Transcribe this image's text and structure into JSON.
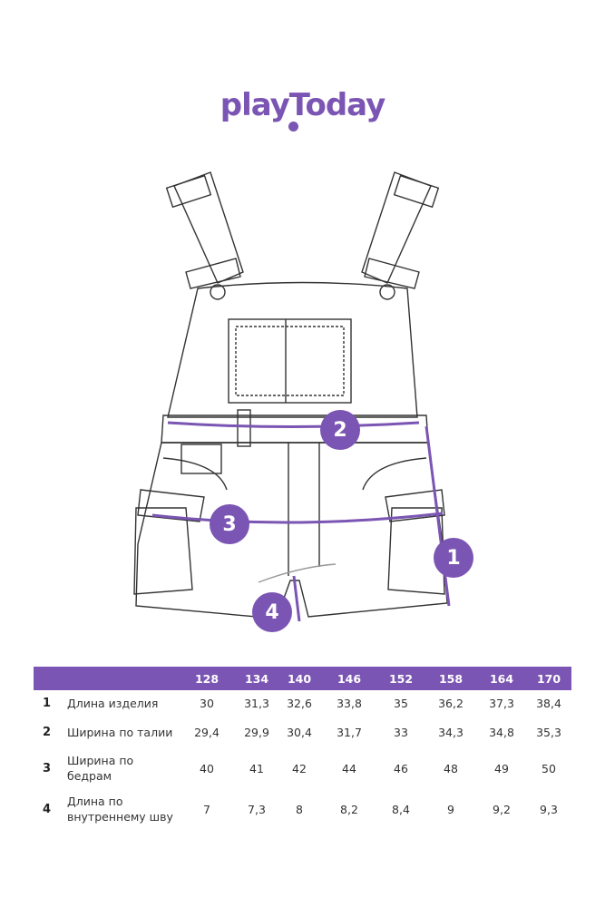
{
  "brand": {
    "logo_text": "playToday",
    "color": "#7b55b3"
  },
  "markers": [
    "1",
    "2",
    "3",
    "4"
  ],
  "table": {
    "sizes": [
      "128",
      "134",
      "140",
      "146",
      "152",
      "158",
      "164",
      "170"
    ],
    "rows": [
      {
        "num": "1",
        "label": "Длина изделия",
        "values": [
          "30",
          "31,3",
          "32,6",
          "33,8",
          "35",
          "36,2",
          "37,3",
          "38,4"
        ]
      },
      {
        "num": "2",
        "label": "Ширина по талии",
        "values": [
          "29,4",
          "29,9",
          "30,4",
          "31,7",
          "33",
          "34,3",
          "34,8",
          "35,3"
        ]
      },
      {
        "num": "3",
        "label": "Ширина по бедрам",
        "values": [
          "40",
          "41",
          "42",
          "44",
          "46",
          "48",
          "49",
          "50"
        ]
      },
      {
        "num": "4",
        "label": "Длина по внутреннему шву",
        "values": [
          "7",
          "7,3",
          "8",
          "8,2",
          "8,4",
          "9",
          "9,2",
          "9,3"
        ]
      }
    ]
  }
}
